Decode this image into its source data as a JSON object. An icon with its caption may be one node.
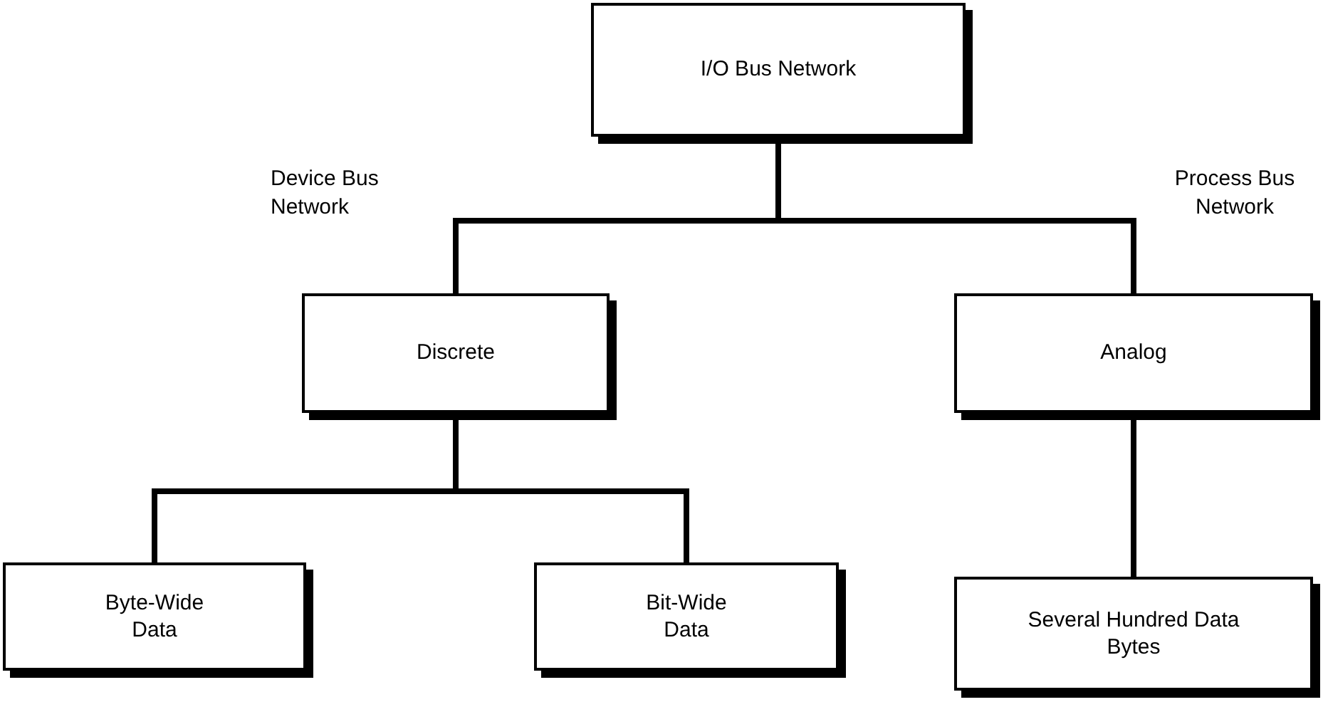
{
  "diagram": {
    "nodes": [
      {
        "text": [
          "I/O Bus Network"
        ]
      },
      {
        "text": [
          "Discrete"
        ]
      },
      {
        "text": [
          "Analog"
        ]
      },
      {
        "text": [
          "Byte-Wide Data"
        ]
      },
      {
        "text": [
          "Bit-Wide Data"
        ]
      },
      {
        "text": [
          "Several Hundred Data Bytes"
        ]
      }
    ],
    "edges": [
      {
        "from": 0,
        "to": 1,
        "arrow": "none"
      },
      {
        "from": 0,
        "to": 2,
        "arrow": "none"
      },
      {
        "from": 1,
        "to": 3,
        "arrow": "none"
      },
      {
        "from": 1,
        "to": 4,
        "arrow": "none"
      },
      {
        "from": 2,
        "to": 5,
        "arrow": "none"
      }
    ],
    "labels": [
      "Device Bus Network",
      "Process Bus Network"
    ]
  }
}
